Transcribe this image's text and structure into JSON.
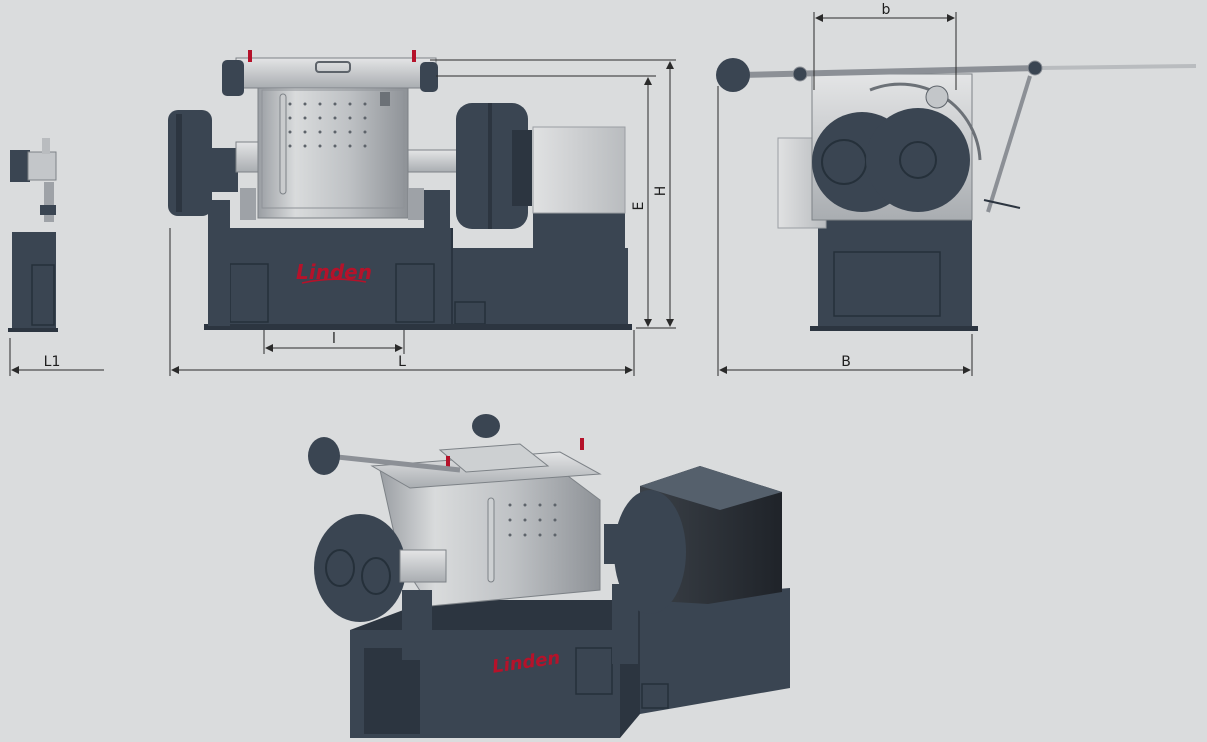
{
  "brand": "Linden",
  "dimensions": {
    "L1": "L1",
    "l": "l",
    "L": "L",
    "E": "E",
    "H": "H",
    "b": "b",
    "B": "B"
  },
  "colors": {
    "background": "#dadcdd",
    "machine_body": "#3a4552",
    "machine_dark": "#2c3540",
    "steel": "#c7c9cb",
    "steel_dark": "#8c9096",
    "logo_red": "#b5122a",
    "dimension_line": "#2a2a2a"
  }
}
